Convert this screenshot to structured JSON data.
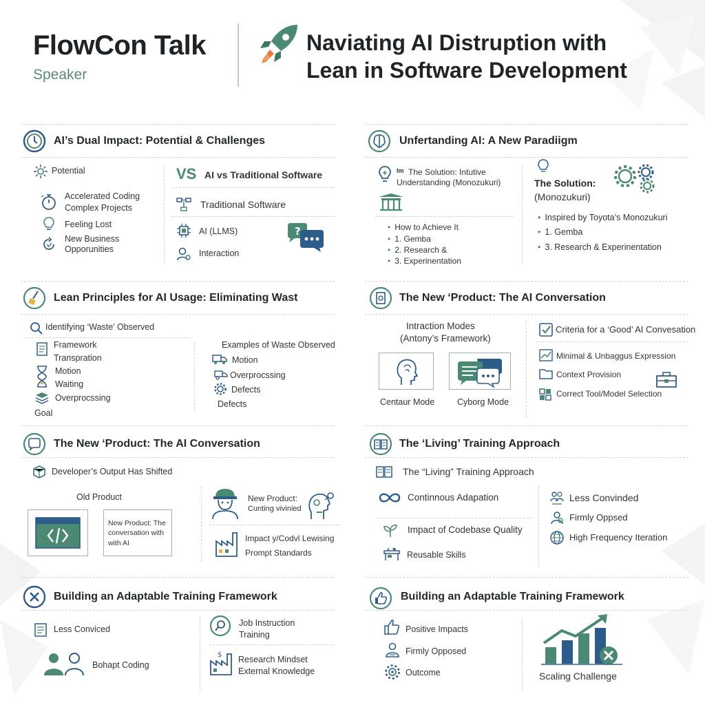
{
  "colors": {
    "accent": "#4a8a73",
    "accent_blue": "#2e5c8a",
    "ink": "#1f2428",
    "muted": "#5c8a79"
  },
  "header": {
    "brand_title": "FlowCon Talk",
    "brand_subtitle": "Speaker",
    "talk_title_line1": "Naviating AI Distruption with",
    "talk_title_line2": "Lean in Software Development"
  },
  "p1": {
    "title": "AI’s Dual Impact: Potential & Challenges",
    "potential": "Potential",
    "accel_1": "Accelerated Coding",
    "accel_2": "Complex Projects",
    "lost": "Feeling Lost",
    "biz_1": "New Business",
    "biz_2": "Opporunities",
    "vs": "VS",
    "vs_label": "AI vs Traditional Software",
    "traditional": "Traditional Software",
    "llms": "AI (LLMS)",
    "interaction": "Interaction"
  },
  "p2": {
    "title": "Unfertanding AI: A New Paradiigm",
    "sol_small_1": "The Solution: Intutive",
    "sol_small_2": "Understanding (Monozukuri)",
    "how": "How to Achieve It",
    "how_items": [
      "1. Gemba",
      "2. Research &",
      "3. Experinentation"
    ],
    "sol_big_1": "The Solution:",
    "sol_big_2": "(Monozukuri)",
    "inspired": "Inspired by Toyota’s Monozukuri",
    "r_items": [
      "1. Gemba",
      "3. Research & Experinentation"
    ]
  },
  "p3": {
    "title": "Lean Principles for AI Usage: Eliminating Wast",
    "identify": "Identifying ‘Waste’ Observed",
    "left": [
      "Framework",
      "Transpration",
      "Motion",
      "Waiting",
      "Overprocssing"
    ],
    "goal": "Goal",
    "examples": "Examples of Waste Observed",
    "right": [
      "Motion",
      "Overprocssing",
      "Defects",
      "Defects"
    ]
  },
  "p4": {
    "title": "The New ‘Product: The AI Conversation",
    "modes_1": "Intraction Modes",
    "modes_2": "(Antony’s Framework)",
    "centaur": "Centaur Mode",
    "cyborg": "Cyborg Mode",
    "criteria": "Criteria for a ‘Good’ AI Convesation",
    "items": [
      "Minimal & Unbaggus Expression",
      "Context Provision",
      "Correct Tool/Model Selection"
    ]
  },
  "p5": {
    "title": "The New ‘Product: The AI Conversation",
    "shifted": "Developer’s Output Has Shifted",
    "old": "Old Product",
    "card_1": "New Product: The",
    "card_2": "conversation with",
    "card_3": "with AI",
    "newprod_1": "New Product:",
    "newprod_2": "Cunting vivinied",
    "impact": "Impact y/Codvl Lewising",
    "prompt": "Prompt Standards"
  },
  "p6": {
    "title": "The ‘Living’ Training Approach",
    "sub": "The “Living” Training Approach",
    "left": [
      "Continnous Adapation",
      "Impact of Codebase Quality",
      "Reusable Skills"
    ],
    "right": [
      "Less Convinded",
      "Firmly Oppsed",
      "High Frequency Iteration"
    ]
  },
  "p7": {
    "title": "Building an Adaptable Training Framework",
    "less": "Less Conviced",
    "bohapt": "Bohapt Coding",
    "job_1": "Job Instruction",
    "job_2": "Training",
    "res_1": "Research Mindset",
    "res_2": "External Knowledge"
  },
  "p8": {
    "title": "Building an Adaptable Training Framework",
    "items": [
      "Positive Impacts",
      "Firmly Opposed",
      "Outcome"
    ],
    "scaling": "Scaling Challenge"
  }
}
